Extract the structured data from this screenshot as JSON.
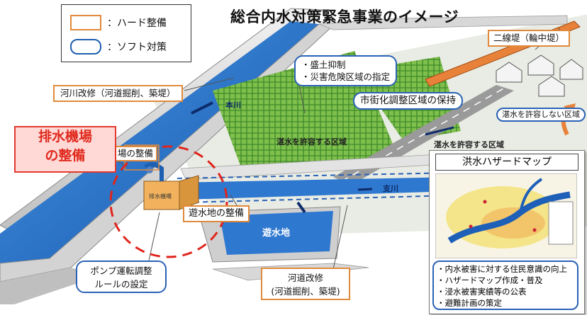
{
  "title": "総合内水対策緊急事業のイメージ",
  "legend": {
    "hard": "：ハード整備",
    "soft": "：ソフト対策"
  },
  "labels": {
    "nisen_tei": "二線堤（輪中堤）",
    "morido": "・盛土抑制",
    "saigai": "・災害危険区域の指定",
    "kasen_kaishu": "河川改修（河道掘削、築堤）",
    "shigaika": "市街化調整区域の保持",
    "hon_kawa": "本川",
    "shi_kawa": "支川",
    "shinsui_kyoyo": "湛水を許容する区域",
    "shinsui_kyoyo2": "湛水を許容する区域",
    "shinsui_fukyoyo": "湛水を許容しない区域",
    "haisui_jo_partial": "場の整備",
    "yusuichi_seibi": "遊水地の整備",
    "yusuichi": "遊水地",
    "pump_line1": "ポンプ運転調整",
    "pump_line2": "ルールの設定",
    "kado_line1": "河道改修",
    "kado_line2": "(河道掘削、築堤)",
    "pump_house": "排水機場"
  },
  "red_box": {
    "line1": "排水機場",
    "line2": "の整備"
  },
  "hazard_map": {
    "title": "洪水ハザードマップ",
    "items": [
      "・内水被害に対する住民意識の向上",
      "・ハザードマップ作成・普及",
      "・浸水被害実績等の公表",
      "・避難計画の策定"
    ]
  },
  "colors": {
    "hard_border": "#e08a3c",
    "soft_border": "#2a62b6",
    "river": "#1e6cc8",
    "red_circle": "#e0241b",
    "red_box_bg": "#ffd9d6",
    "red_box_text": "#e02a1e"
  }
}
